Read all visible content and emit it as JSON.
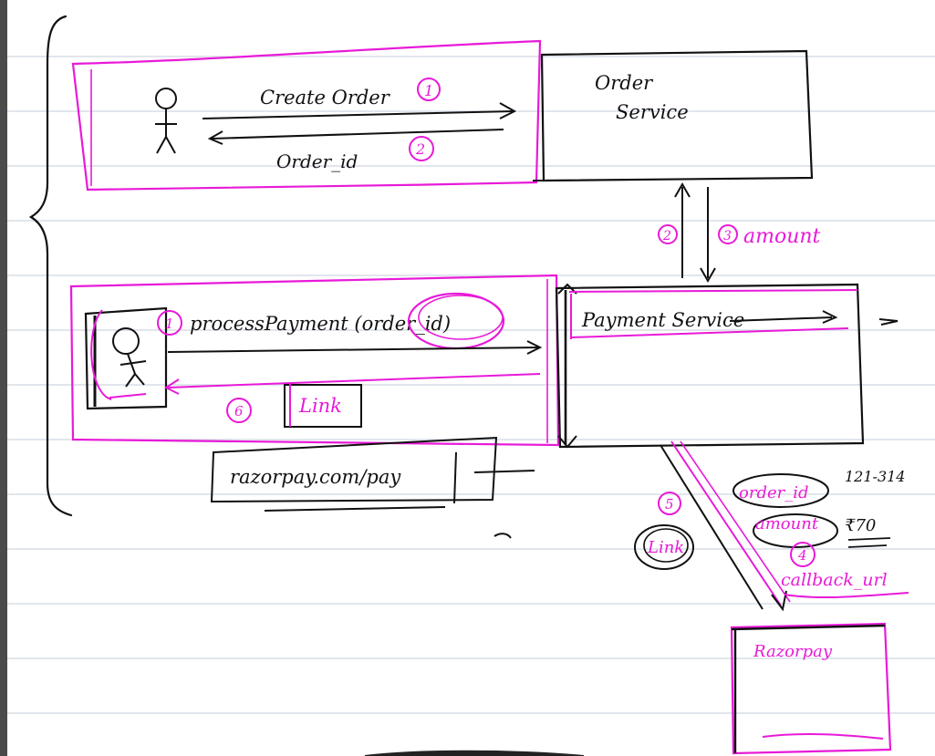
{
  "colors": {
    "ink": "#111111",
    "magenta": "#e81ad8",
    "ruled_line": "#cfd6e0",
    "left_edge": "#4a4a4a",
    "background": "#ffffff"
  },
  "top_section": {
    "request_label": "Create Order",
    "request_step": "1",
    "response_label": "Order_id",
    "response_step": "2"
  },
  "order_service": {
    "line1": "Order",
    "line2": "Service"
  },
  "order_to_payment": {
    "left_step": "2",
    "right_step": "3",
    "label": "amount"
  },
  "middle_section": {
    "request_step": "1",
    "request_label": "processPayment (order_id)",
    "response_step": "6",
    "response_label": "Link"
  },
  "payment_service": {
    "title": "Payment Service"
  },
  "razorpay_url": "razorpay.com/pay",
  "payment_to_razorpay": {
    "response_step": "5",
    "response_label": "Link",
    "fields": [
      "order_id",
      "amount",
      "callback_url"
    ],
    "field_order_value": "121-314",
    "field_amount_value": "₹70",
    "request_step": "4"
  },
  "razorpay": {
    "title": "Razorpay"
  }
}
